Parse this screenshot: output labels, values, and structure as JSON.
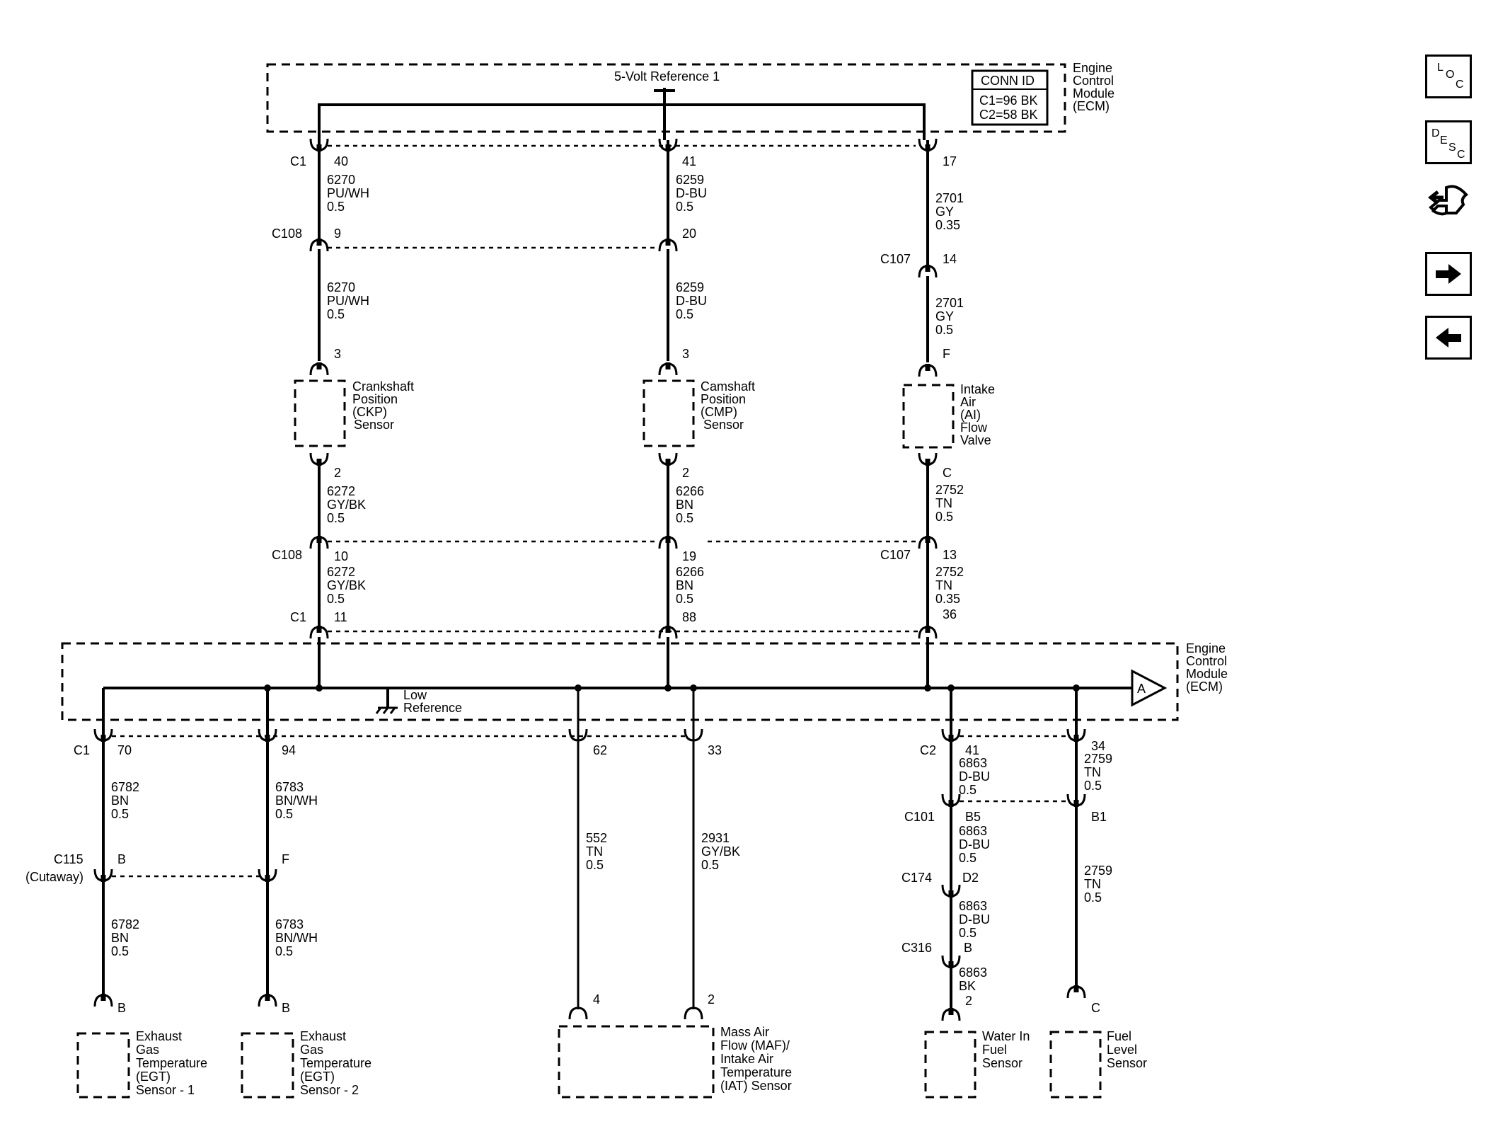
{
  "top_module": {
    "ref_label": "5-Volt Reference 1",
    "name_lines": [
      "Engine",
      "Control",
      "Module",
      "(ECM)"
    ],
    "conn_id": {
      "title": "CONN ID",
      "rows": [
        "C1=96 BK",
        "C2=58 BK"
      ]
    }
  },
  "bottom_module": {
    "name_lines": [
      "Engine",
      "Control",
      "Module",
      "(ECM)"
    ],
    "ground_label_lines": [
      "Low",
      "Reference"
    ],
    "offpage_marker": "A"
  },
  "circuits": {
    "ckp": {
      "conn_c1": "C1",
      "pin_ecm_top": "40",
      "wire1": [
        "6270",
        "PU/WH",
        "0.5"
      ],
      "conn_c108": "C108",
      "pin_c108_a": "9",
      "wire2": [
        "6270",
        "PU/WH",
        "0.5"
      ],
      "sensor_pin_a": "3",
      "sensor_lines": [
        "Crankshaft",
        "Position",
        "(CKP)",
        "Sensor"
      ],
      "sensor_pin_b": "2",
      "wire3": [
        "6272",
        "GY/BK",
        "0.5"
      ],
      "conn_c108_b": "C108",
      "pin_c108_b": "10",
      "wire4": [
        "6272",
        "GY/BK",
        "0.5"
      ],
      "conn_c1_b": "C1",
      "pin_ecm_bottom": "11"
    },
    "cmp": {
      "pin_ecm_top": "41",
      "wire1": [
        "6259",
        "D-BU",
        "0.5"
      ],
      "pin_c108_a": "20",
      "wire2": [
        "6259",
        "D-BU",
        "0.5"
      ],
      "sensor_pin_a": "3",
      "sensor_lines": [
        "Camshaft",
        "Position",
        "(CMP)",
        "Sensor"
      ],
      "sensor_pin_b": "2",
      "wire3": [
        "6266",
        "BN",
        "0.5"
      ],
      "pin_c108_b": "19",
      "wire4": [
        "6266",
        "BN",
        "0.5"
      ],
      "pin_ecm_bottom": "88"
    },
    "ai": {
      "pin_ecm_top": "17",
      "wire1": [
        "2701",
        "GY",
        "0.35"
      ],
      "conn_c107": "C107",
      "pin_c107_a": "14",
      "wire2": [
        "2701",
        "GY",
        "0.5"
      ],
      "valve_pin_a": "F",
      "valve_lines": [
        "Intake",
        "Air",
        "(AI)",
        "Flow",
        "Valve"
      ],
      "valve_pin_b": "C",
      "wire3": [
        "2752",
        "TN",
        "0.5"
      ],
      "conn_c107_b": "C107",
      "pin_c107_b": "13",
      "wire4": [
        "2752",
        "TN",
        "0.35"
      ],
      "pin_ecm_bottom": "36"
    },
    "egt1": {
      "conn_c1": "C1",
      "pin_ecm": "70",
      "wire1": [
        "6782",
        "BN",
        "0.5"
      ],
      "conn_c115": "C115",
      "conn_c115_note": "(Cutaway)",
      "pin_c115": "B",
      "wire2": [
        "6782",
        "BN",
        "0.5"
      ],
      "sensor_pin": "B",
      "sensor_lines": [
        "Exhaust",
        "Gas",
        "Temperature",
        "(EGT)",
        "Sensor - 1"
      ]
    },
    "egt2": {
      "pin_ecm": "94",
      "wire1": [
        "6783",
        "BN/WH",
        "0.5"
      ],
      "pin_c115": "F",
      "wire2": [
        "6783",
        "BN/WH",
        "0.5"
      ],
      "sensor_pin": "B",
      "sensor_lines": [
        "Exhaust",
        "Gas",
        "Temperature",
        "(EGT)",
        "Sensor - 2"
      ]
    },
    "maf": {
      "pin_ecm_a": "62",
      "pin_ecm_b": "33",
      "wire_a": [
        "552",
        "TN",
        "0.5"
      ],
      "wire_b": [
        "2931",
        "GY/BK",
        "0.5"
      ],
      "sensor_pin_a": "4",
      "sensor_pin_b": "2",
      "sensor_lines": [
        "Mass Air",
        "Flow (MAF)/",
        "Intake Air",
        "Temperature",
        "(IAT) Sensor"
      ]
    },
    "wif": {
      "conn_c2": "C2",
      "pin_ecm": "41",
      "wire1": [
        "6863",
        "D-BU",
        "0.5"
      ],
      "conn_c101": "C101",
      "pin_c101": "B5",
      "wire2": [
        "6863",
        "D-BU",
        "0.5"
      ],
      "conn_c174": "C174",
      "pin_c174": "D2",
      "wire3": [
        "6863",
        "D-BU",
        "0.5"
      ],
      "conn_c316": "C316",
      "pin_c316": "B",
      "wire4": [
        "6863",
        "BK"
      ],
      "sensor_pin": "2",
      "sensor_lines": [
        "Water In",
        "Fuel",
        "Sensor"
      ]
    },
    "fls": {
      "pin_ecm": "34",
      "wire1": [
        "2759",
        "TN",
        "0.5"
      ],
      "pin_c101": "B1",
      "wire2": [
        "2759",
        "TN",
        "0.5"
      ],
      "sensor_pin": "C",
      "sensor_lines": [
        "Fuel",
        "Level",
        "Sensor"
      ]
    }
  },
  "nav": {
    "loc": [
      "L",
      "O",
      "C"
    ],
    "desc": [
      "D",
      "E",
      "S",
      "C"
    ],
    "icons": [
      "location-icon",
      "description-icon",
      "connector-icon",
      "next-arrow-icon",
      "previous-arrow-icon"
    ]
  }
}
